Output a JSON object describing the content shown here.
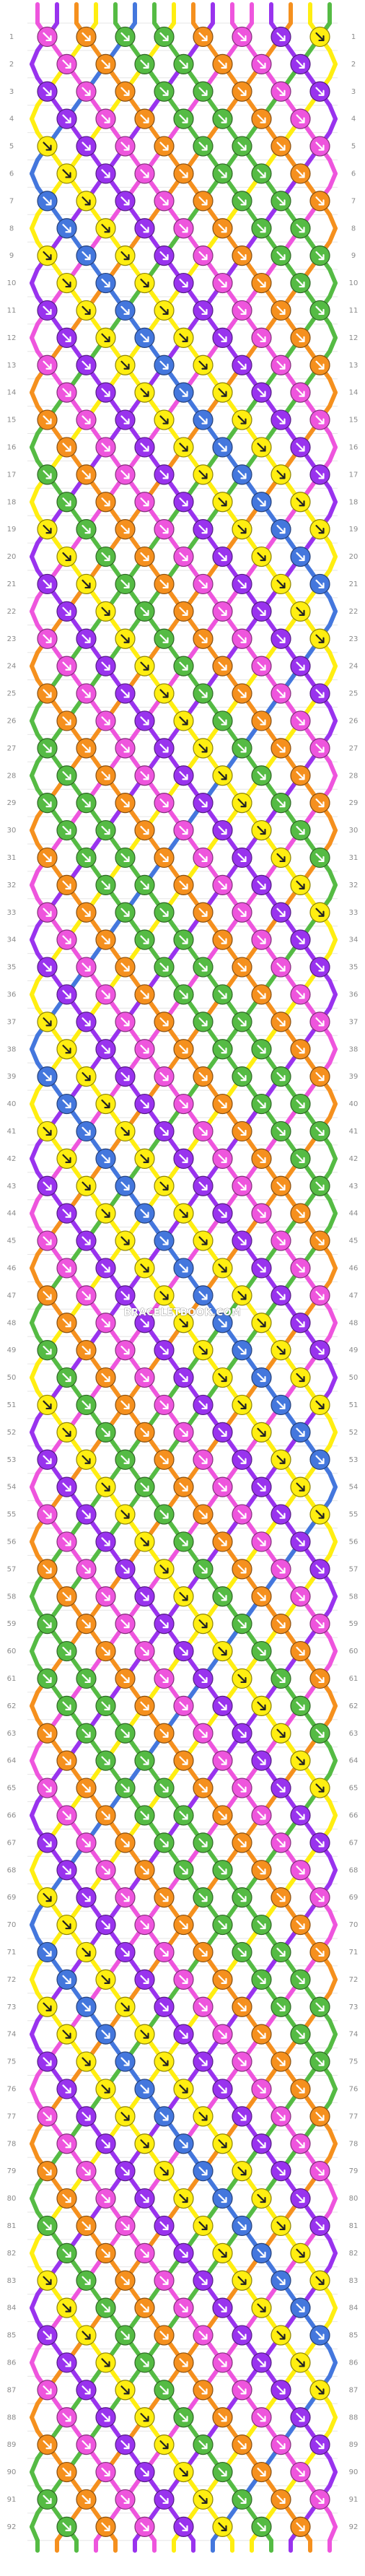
{
  "pattern": {
    "strings": 16,
    "rows": 92,
    "row_numbers_left": [
      "1",
      "2",
      "3",
      "4",
      "5",
      "6",
      "7",
      "8",
      "9",
      "10",
      "11",
      "12",
      "13",
      "14",
      "15",
      "16",
      "17",
      "18",
      "19",
      "20",
      "21",
      "22",
      "23",
      "24",
      "25",
      "26",
      "27",
      "28",
      "29",
      "30",
      "31",
      "32",
      "33",
      "34",
      "35",
      "36",
      "37",
      "38",
      "39",
      "40",
      "41",
      "42",
      "43",
      "44",
      "45",
      "46",
      "47",
      "48",
      "49",
      "50",
      "51",
      "52",
      "53",
      "54",
      "55",
      "56",
      "57",
      "58",
      "59",
      "60",
      "61",
      "62",
      "63",
      "64",
      "65",
      "66",
      "67",
      "68",
      "69",
      "70",
      "71",
      "72",
      "73",
      "74",
      "75",
      "76",
      "77",
      "78",
      "79",
      "80",
      "81",
      "82",
      "83",
      "84",
      "85",
      "86",
      "87",
      "88",
      "89",
      "90",
      "91",
      "92"
    ],
    "row_numbers_right": [
      "1",
      "2",
      "3",
      "4",
      "5",
      "6",
      "7",
      "8",
      "9",
      "10",
      "11",
      "12",
      "13",
      "14",
      "15",
      "16",
      "17",
      "18",
      "19",
      "20",
      "21",
      "22",
      "23",
      "24",
      "25",
      "26",
      "27",
      "28",
      "29",
      "30",
      "31",
      "32",
      "33",
      "34",
      "35",
      "36",
      "37",
      "38",
      "39",
      "40",
      "41",
      "42",
      "43",
      "44",
      "45",
      "46",
      "47",
      "48",
      "49",
      "50",
      "51",
      "52",
      "53",
      "54",
      "55",
      "56",
      "57",
      "58",
      "59",
      "60",
      "61",
      "62",
      "63",
      "64",
      "65",
      "66",
      "67",
      "68",
      "69",
      "70",
      "71",
      "72",
      "73",
      "74",
      "75",
      "76",
      "77",
      "78",
      "79",
      "80",
      "81",
      "82",
      "83",
      "84",
      "85",
      "86",
      "87",
      "88",
      "89",
      "90",
      "91",
      "92"
    ],
    "colors": {
      "magenta": "#ee55dd",
      "purple": "#9933ee",
      "orange": "#f5901e",
      "yellow": "#ffee11",
      "green": "#55bb44",
      "blue": "#4477dd"
    },
    "initial_strings": [
      "magenta",
      "purple",
      "orange",
      "yellow",
      "green",
      "blue",
      "green",
      "yellow",
      "orange",
      "purple",
      "magenta",
      "magenta",
      "purple",
      "orange",
      "yellow",
      "green"
    ],
    "knot_icon": "arrow-icon"
  },
  "watermark": {
    "text": "BRACELETBOOK.COM"
  }
}
